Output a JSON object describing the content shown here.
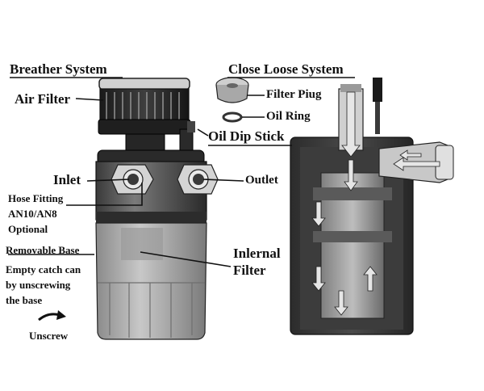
{
  "labels": {
    "breather_system": "Breather System",
    "air_filter": "Air Filter",
    "close_loose_system": "Close Loose System",
    "filter_plug": "Filter Piug",
    "oil_ring": "Oil Ring",
    "oil_dip_stick": "Oil Dip Stick",
    "inlet": "Inlet",
    "outlet": "Outlet",
    "hose_fitting_1": "Hose Fitting",
    "hose_fitting_2": "AN10/AN8",
    "hose_fitting_3": "Optional",
    "removable_base": "Removable Base",
    "base_desc_1": "Empty catch can",
    "base_desc_2": "by unscrewing",
    "base_desc_3": "the base",
    "unscrew": "Unscrew",
    "internal_filter_1": "Inlernal",
    "internal_filter_2": "Filter"
  },
  "colors": {
    "body_dark": "#2a2a2a",
    "body_mid": "#6e6e6e",
    "body_light": "#bdbdbd",
    "metal": "#d9d9d9",
    "text": "#111111"
  },
  "icons": {
    "unscrew": "curved-arrow-icon"
  }
}
